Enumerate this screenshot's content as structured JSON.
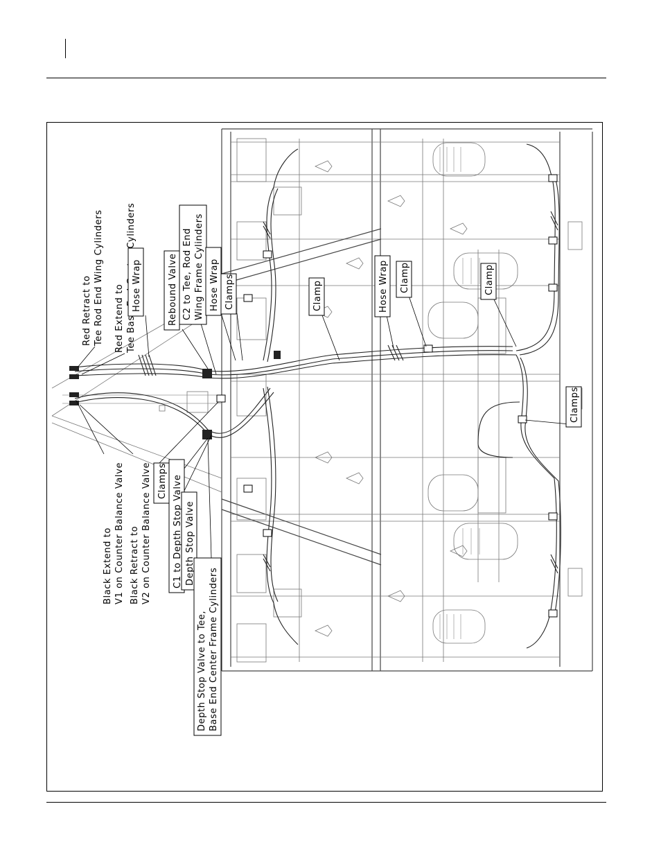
{
  "labels": {
    "red_retract": [
      "Red Retract to",
      "Tee Rod End Wing Cylinders"
    ],
    "red_extend": [
      "Red Extend to",
      "Tee Base End Center Cylinders"
    ],
    "hose_wrap_1": [
      "Hose Wrap"
    ],
    "rebound_valve": [
      "Rebound Valve"
    ],
    "c2": [
      "C2 to Tee, Rod End",
      "Wing Frame Cylinders"
    ],
    "hose_wrap_2": [
      "Hose Wrap"
    ],
    "clamps_1": [
      "Clamps"
    ],
    "clamp_1": [
      "Clamp"
    ],
    "hose_wrap_3": [
      "Hose Wrap"
    ],
    "clamp_2": [
      "Clamp"
    ],
    "clamp_3": [
      "Clamp"
    ],
    "clamps_2": [
      "Clamps"
    ],
    "black_extend": [
      "Black Extend to",
      "V1 on Counter Balance Valve"
    ],
    "black_retract": [
      "Black Retract to",
      "V2 on Counter Balance Valve"
    ],
    "clamps_3": [
      "Clamps"
    ],
    "c1": [
      "C1 to Depth Stop Valve"
    ],
    "depth_stop": [
      "Depth Stop Valve"
    ],
    "depth_stop_tee": [
      "Depth Stop Valve to Tee,",
      "Base End Center Frame Cylinders"
    ]
  }
}
